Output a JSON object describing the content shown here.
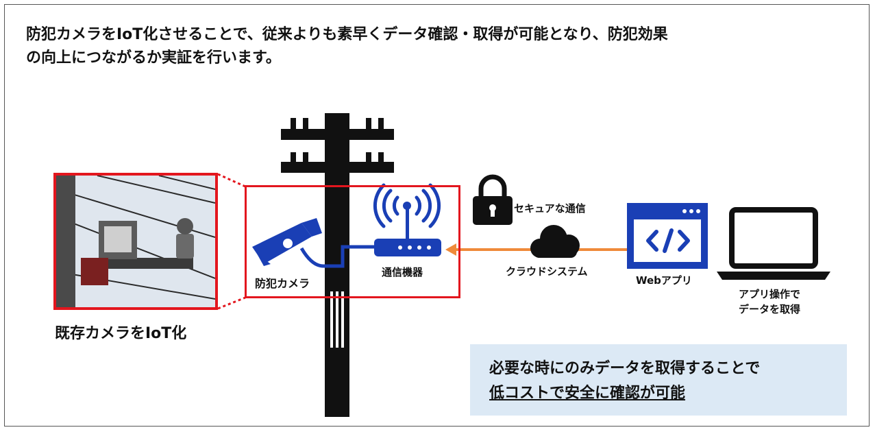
{
  "headline": {
    "line1": "防犯カメラをIoT化させることで、従来よりも素早くデータ確認・取得が可能となり、防犯効果",
    "line2": "の向上につながるか実証を行います。"
  },
  "photo": {
    "caption": "既存カメラをIoT化"
  },
  "labels": {
    "camera": "防犯カメラ",
    "router": "通信機器",
    "secure": "セキュアな通信",
    "cloud": "クラウドシステム",
    "webapp": "Webアプリ",
    "laptop_line1": "アプリ操作で",
    "laptop_line2": "データを取得"
  },
  "note": {
    "line1": "必要な時にのみデータを取得することで",
    "line2": "低コストで安全に確認が可能"
  },
  "colors": {
    "accent_blue": "#1a3fb5",
    "frame_red": "#e3161e",
    "arrow_orange": "#ef8a3a",
    "note_bg": "#dce9f5"
  },
  "icons": [
    "utility-pole-icon",
    "security-camera-icon",
    "wifi-router-icon",
    "padlock-icon",
    "cloud-icon",
    "web-app-code-icon",
    "laptop-icon"
  ]
}
